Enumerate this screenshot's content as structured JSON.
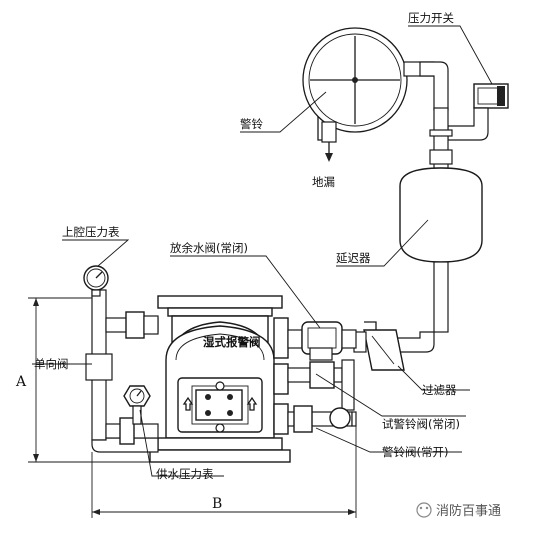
{
  "labels": {
    "pressure_switch": "压力开关",
    "alarm_bell": "警铃",
    "floor_drain": "地漏",
    "upper_chamber_gauge": "上腔压力表",
    "drain_valve": "放余水阀(常闭)",
    "retard_chamber": "延迟器",
    "check_valve": "单向阀",
    "filter": "过滤器",
    "test_bell_valve": "试警铃阀(常闭)",
    "bell_valve": "警铃阀(常开)",
    "supply_gauge": "供水压力表",
    "valve_text": "湿式报警阀"
  },
  "dimensions": {
    "height_label": "A",
    "width_label": "B"
  },
  "watermark": {
    "text": "消防百事通"
  }
}
